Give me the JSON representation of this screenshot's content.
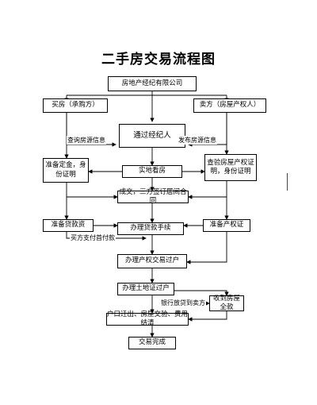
{
  "title": "二手房交易流程图",
  "nodes": {
    "agency": "房地产经纪有限公司",
    "buyer": "买房（承购方）",
    "seller": "卖方（房屋产权人）",
    "broker": "通过经纪人",
    "prepare_deposit": "准备定金，身份证明",
    "verify": "查验房屋产权证明，身份证明",
    "viewing": "实地看房",
    "contract": "成交，三方签订居间合同",
    "loan_docs": "准备贷款资",
    "loan_process": "办理贷款手续",
    "title_cert": "准备产权证",
    "transfer": "办理产权交易过户",
    "land": "办理土地证过户",
    "receive": "收到房屋全款",
    "handover": "户口迁出、房屋交验、费用结清",
    "done": "交易完成"
  },
  "edges": {
    "query": "查询房源信息",
    "publish": "发布房源信息",
    "down_payment": "买方支付首付款",
    "bank_loan": "银行放贷到卖方"
  }
}
